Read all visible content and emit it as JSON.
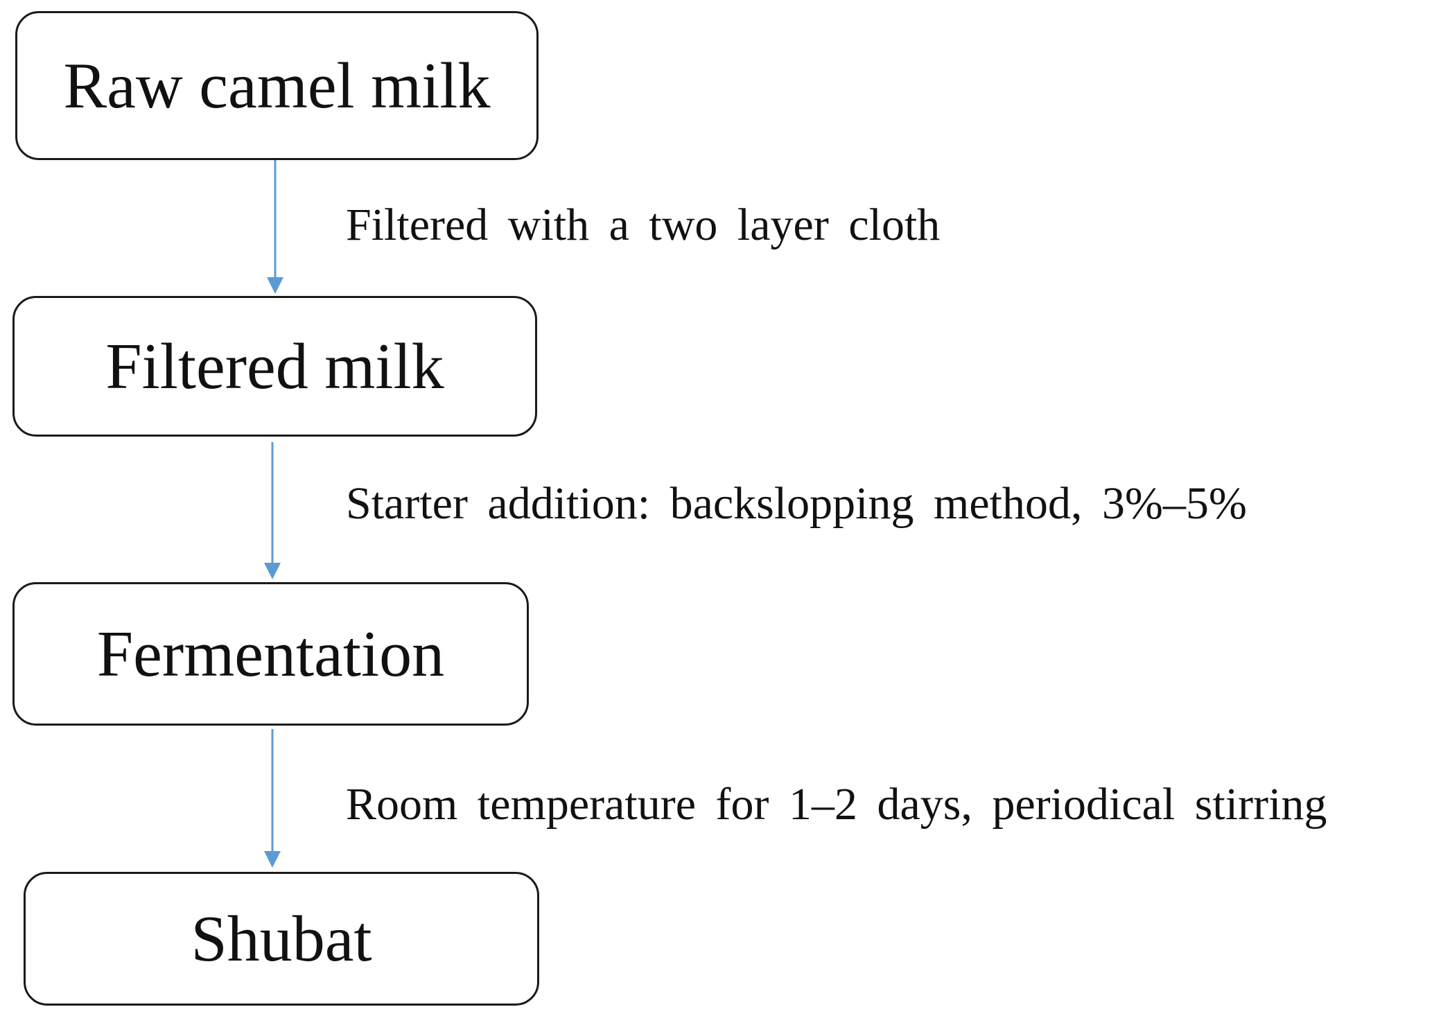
{
  "flowchart": {
    "steps": [
      {
        "label": "Raw camel milk"
      },
      {
        "label": "Filtered milk"
      },
      {
        "label": "Fermentation"
      },
      {
        "label": "Shubat"
      }
    ],
    "transitions": [
      {
        "note": "Filtered with a two layer cloth"
      },
      {
        "note": "Starter addition: backslopping method, 3%–5%"
      },
      {
        "note": "Room temperature for 1–2 days, periodical stirring"
      }
    ]
  },
  "colors": {
    "box_border": "#1a1a1a",
    "arrow": "#5b9bd5",
    "text": "#111111",
    "background": "#ffffff"
  }
}
